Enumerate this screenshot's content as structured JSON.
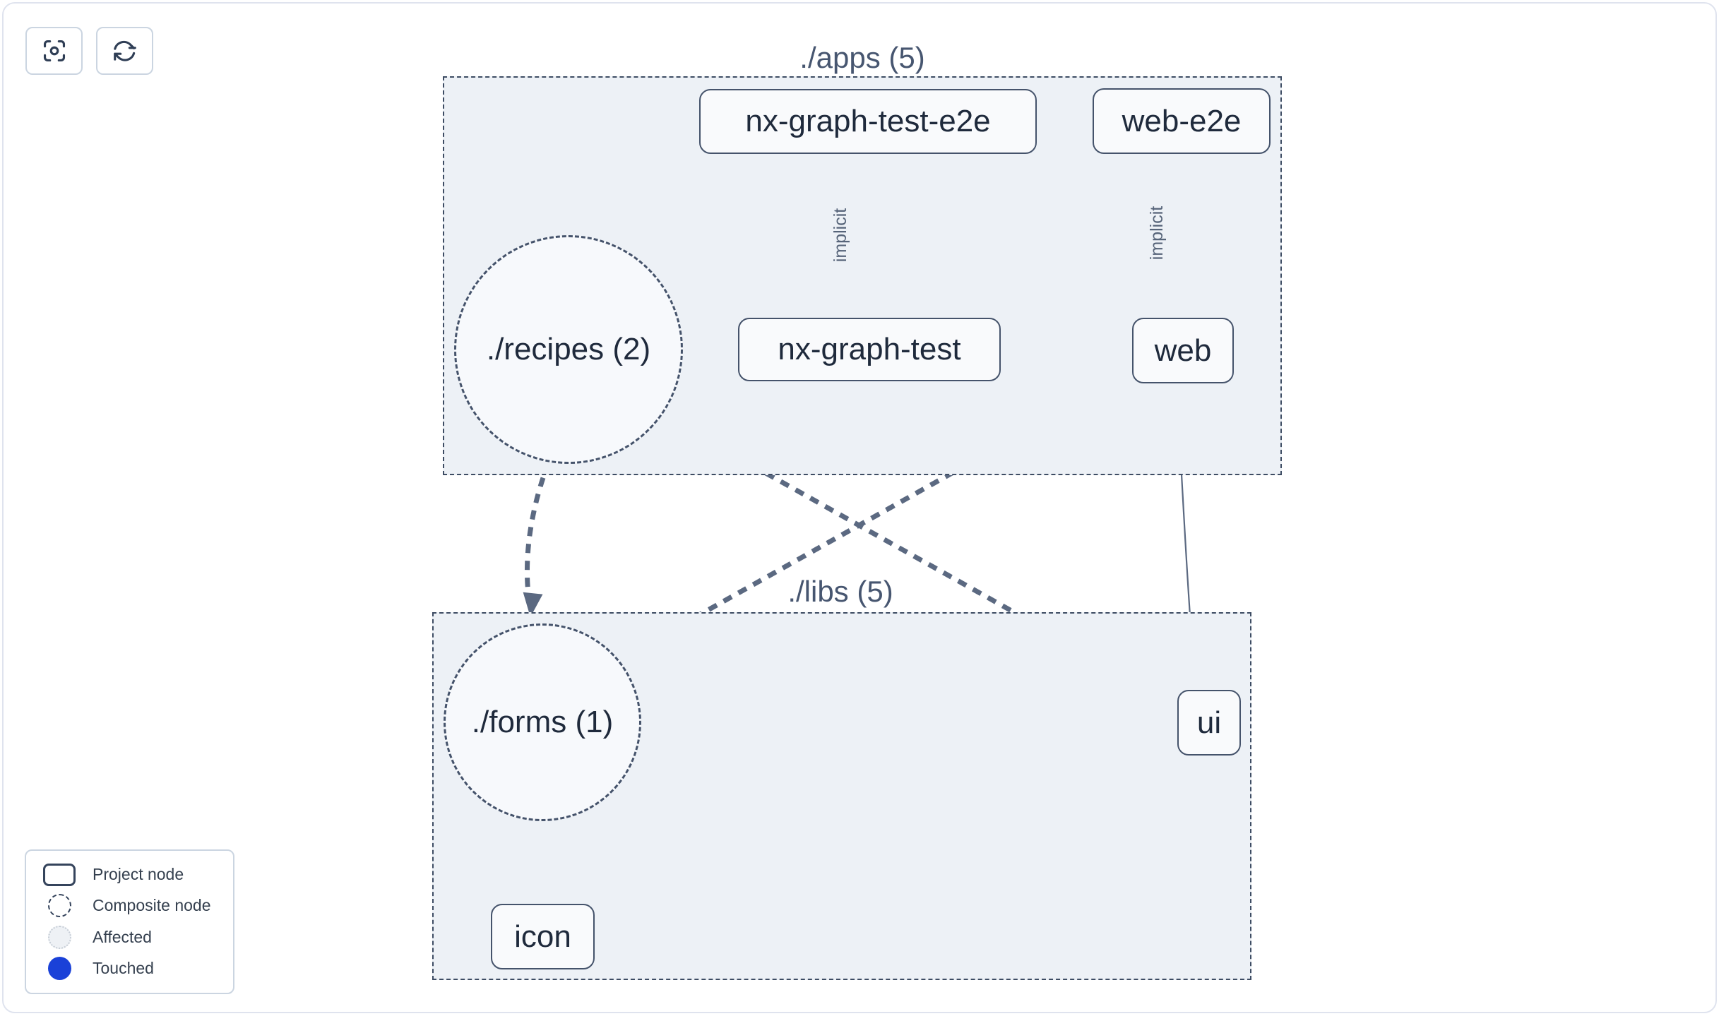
{
  "toolbar": {
    "buttons": [
      {
        "name": "center-graph",
        "icon": "focus-icon"
      },
      {
        "name": "refresh-graph",
        "icon": "refresh-icon"
      }
    ]
  },
  "groups": {
    "apps": {
      "label": "./apps (5)"
    },
    "libs": {
      "label": "./libs (5)"
    }
  },
  "nodes": {
    "nx_graph_test_e2e": {
      "label": "nx-graph-test-e2e",
      "type": "project"
    },
    "web_e2e": {
      "label": "web-e2e",
      "type": "project"
    },
    "nx_graph_test": {
      "label": "nx-graph-test",
      "type": "project"
    },
    "web": {
      "label": "web",
      "type": "project"
    },
    "recipes": {
      "label": "./recipes (2)",
      "type": "composite"
    },
    "forms": {
      "label": "./forms (1)",
      "type": "composite"
    },
    "ui": {
      "label": "ui",
      "type": "project"
    },
    "icon": {
      "label": "icon",
      "type": "project"
    }
  },
  "edges": {
    "list": [
      {
        "from": "nx-graph-test-e2e",
        "to": "nx-graph-test",
        "label": "implicit",
        "style": "solid"
      },
      {
        "from": "web-e2e",
        "to": "web",
        "label": "implicit",
        "style": "solid"
      },
      {
        "from": "web",
        "to": "ui",
        "label": "",
        "style": "solid"
      },
      {
        "from": "./recipes",
        "to": "./forms",
        "label": "",
        "style": "dashed"
      },
      {
        "from": "./recipes",
        "to": "ui",
        "label": "",
        "style": "dashed"
      },
      {
        "from": "web",
        "to": "./forms",
        "label": "",
        "style": "dashed"
      },
      {
        "from": "./forms",
        "to": "icon",
        "label": "",
        "style": "dashed"
      }
    ]
  },
  "legend": {
    "items": [
      {
        "swatch": "project-node-swatch",
        "label": "Project node"
      },
      {
        "swatch": "composite-node-swatch",
        "label": "Composite node"
      },
      {
        "swatch": "affected-swatch",
        "label": "Affected"
      },
      {
        "swatch": "touched-swatch",
        "label": "Touched"
      }
    ]
  },
  "colors": {
    "touched_blue": "#1a41d8",
    "edge_slate": "#5b6981",
    "group_background": "#edf1f6",
    "node_border": "#45536b",
    "node_text": "#1f2a3c"
  }
}
